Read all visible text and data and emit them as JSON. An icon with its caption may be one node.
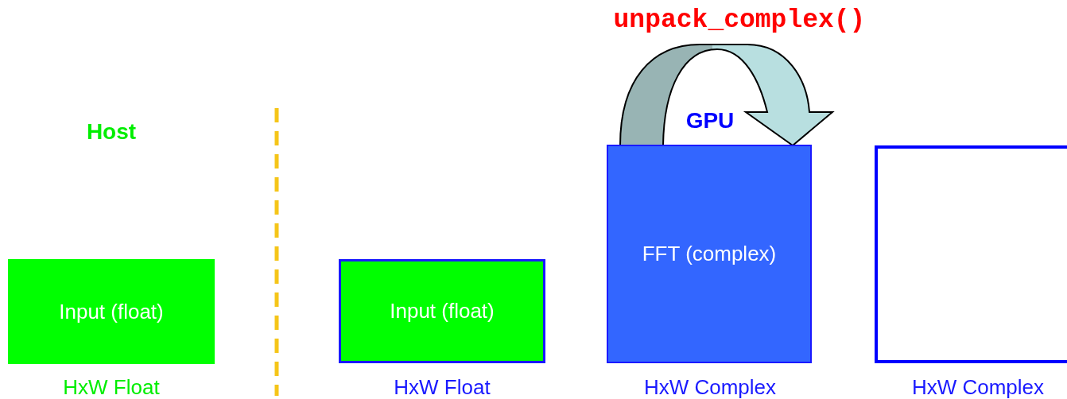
{
  "diagram": {
    "nodes": [
      {
        "text": [
          "Input (float)"
        ],
        "beside": [
          "HxW Float"
        ]
      },
      {
        "text": [
          "Input (float)"
        ],
        "beside": [
          "HxW Float"
        ]
      },
      {
        "text": [
          "FFT (complex)"
        ],
        "beside": [
          "HxW Complex"
        ]
      },
      {
        "text": [],
        "shape": "box",
        "beside": [
          "HxW Complex"
        ]
      }
    ],
    "edges": [
      {
        "from": 2,
        "to": 2,
        "arrow": "to",
        "label": "unpack_complex()",
        "style": "thick"
      }
    ],
    "labels": [
      "Host",
      "GPU"
    ]
  }
}
